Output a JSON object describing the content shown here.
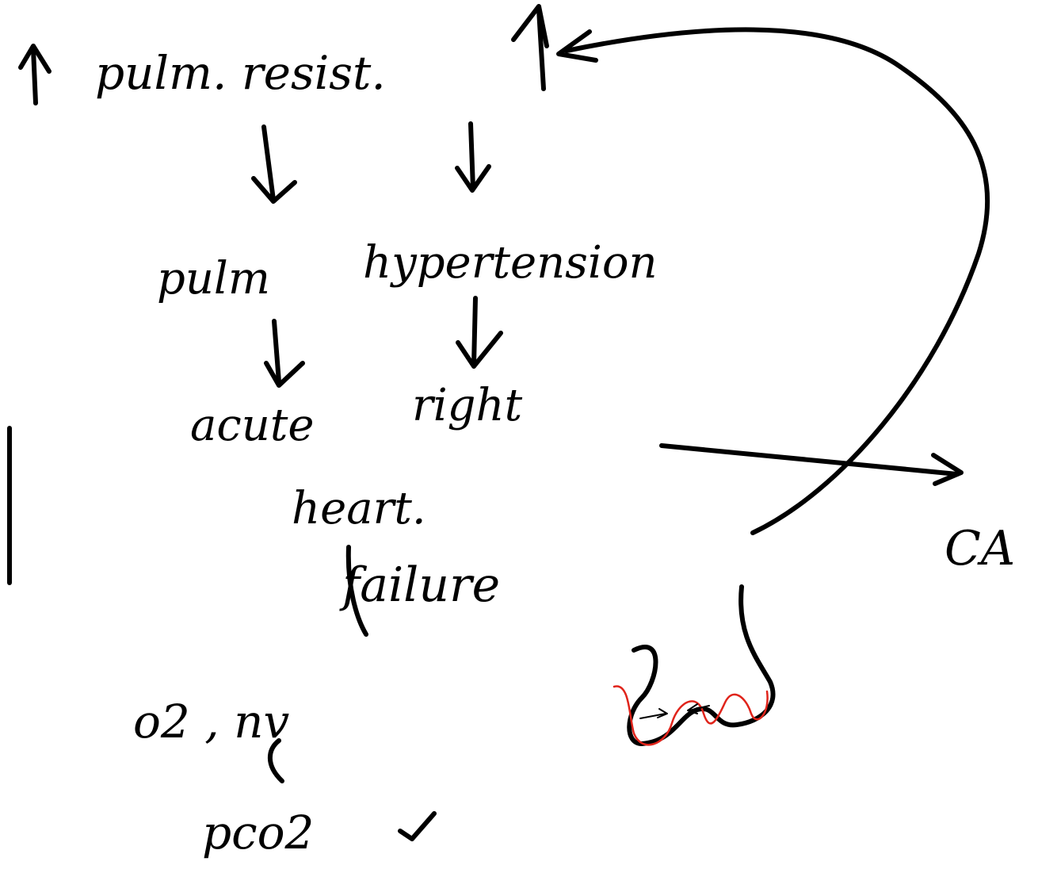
{
  "nodes": {
    "top": "pulm. resist.",
    "left_mid": "pulm",
    "right_mid": "hypertension",
    "left_low": "acute",
    "right_low": "right",
    "heart": "heart.",
    "failure": "failure",
    "bottom_left": "o2 , nv",
    "bottom_formula": "pco2",
    "side_label": "CA"
  },
  "colors": {
    "ink": "#000000",
    "annotation": "#e0241b"
  }
}
